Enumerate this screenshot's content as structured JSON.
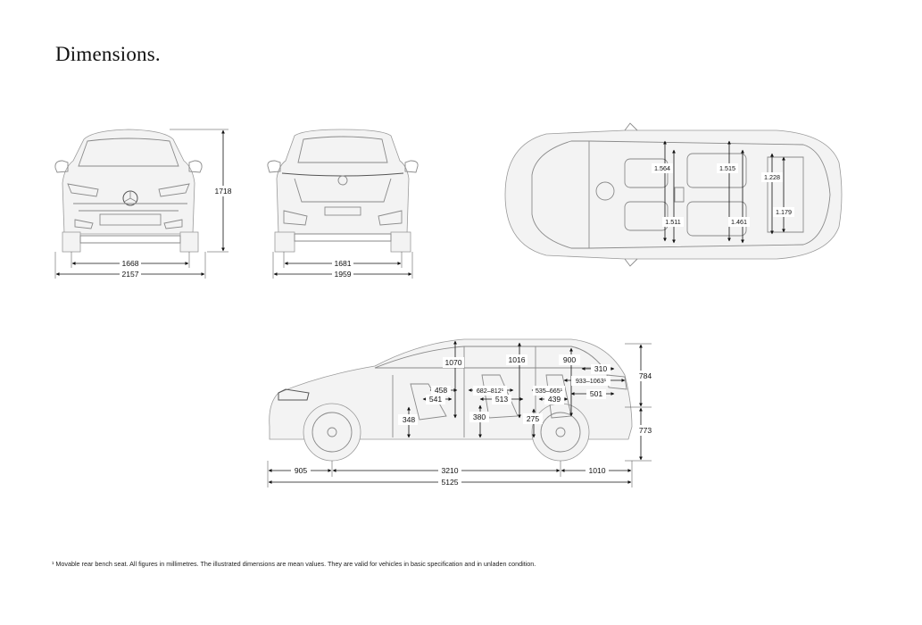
{
  "title": "Dimensions.",
  "front_view": {
    "height": "1718",
    "track": "1668",
    "width_mirrors": "2157"
  },
  "rear_view": {
    "track": "1681",
    "width": "1959"
  },
  "top_view": {
    "front_shoulder_room": "1.564",
    "front_elbow_room": "1.511",
    "rear_shoulder_room": "1.515",
    "rear_elbow_room": "1.461",
    "boot_width_top": "1.228",
    "boot_width_bottom": "1.179"
  },
  "side_view": {
    "front_headroom": "1070",
    "rear_headroom": "1016",
    "boot_height": "900",
    "rear_overhang_top": "310",
    "rear_height_upper": "784",
    "front_legroom": "458",
    "front_seat_depth": "541",
    "rear_legroom_range": "682–812¹",
    "rear_seat_depth": "513",
    "rear_seat_range": "535–665¹",
    "boot_length_range": "933–1063¹",
    "boot_length": "439",
    "boot_floor": "501",
    "front_seat_height": "348",
    "rear_seat_height": "380",
    "rear_floor_height": "275",
    "rear_height_lower": "773",
    "front_overhang": "905",
    "wheelbase": "3210",
    "rear_overhang": "1010",
    "length": "5125"
  },
  "footnote": "¹ Movable rear bench seat.    All figures in millimetres. The illustrated dimensions are mean values. They are valid for vehicles in basic specification and in unladen condition."
}
